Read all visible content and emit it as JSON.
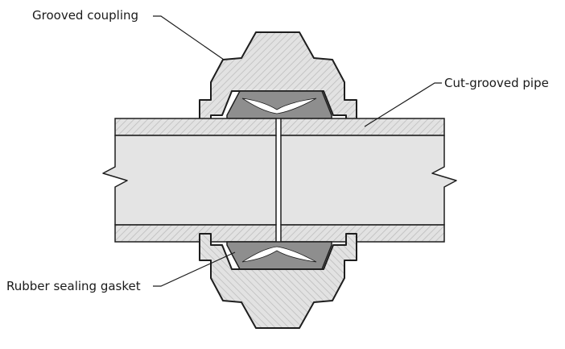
{
  "labels": {
    "coupling": "Grooved coupling",
    "pipe": "Cut-grooved pipe",
    "gasket": "Rubber sealing gasket"
  },
  "colors": {
    "outline": "#1e1e1e",
    "coupling_fill": "#e2e2e2",
    "hatch": "#bdbdbd",
    "pipe_bore": "#e4e4e4",
    "gasket_fill": "#8e8e8e",
    "gasket_slot": "#ffffff"
  }
}
